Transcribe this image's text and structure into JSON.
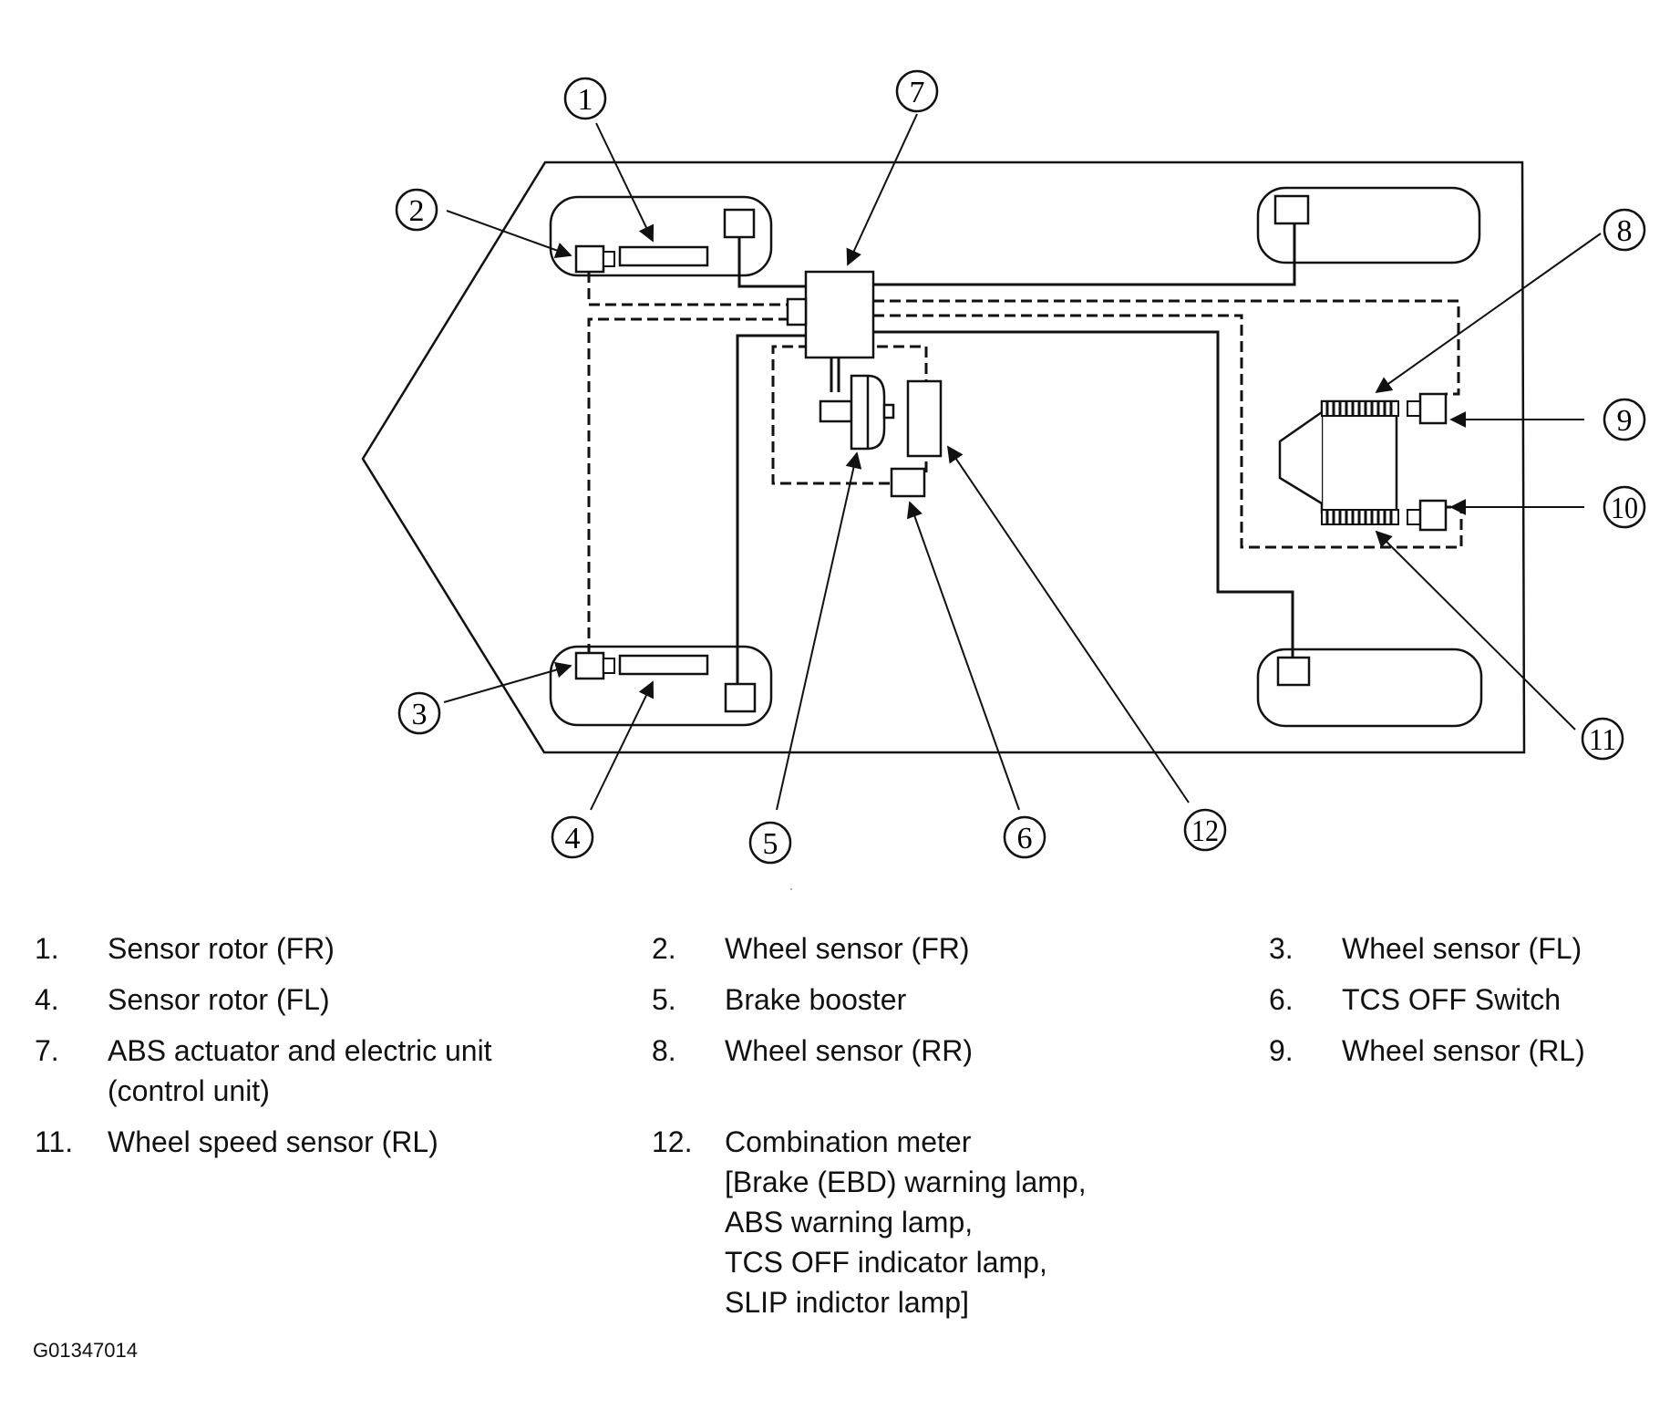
{
  "callouts": [
    "1",
    "2",
    "3",
    "4",
    "5",
    "6",
    "7",
    "8",
    "9",
    "10",
    "11",
    "12"
  ],
  "legend": [
    {
      "num": "1.",
      "lines": [
        "Sensor rotor (FR)"
      ]
    },
    {
      "num": "2.",
      "lines": [
        "Wheel sensor (FR)"
      ]
    },
    {
      "num": "3.",
      "lines": [
        "Wheel sensor (FL)"
      ]
    },
    {
      "num": "4.",
      "lines": [
        "Sensor rotor (FL)"
      ]
    },
    {
      "num": "5.",
      "lines": [
        "Brake booster"
      ]
    },
    {
      "num": "6.",
      "lines": [
        "TCS OFF Switch"
      ]
    },
    {
      "num": "7.",
      "lines": [
        "ABS actuator and electric unit",
        "(control unit)"
      ]
    },
    {
      "num": "8.",
      "lines": [
        "Wheel sensor (RR)"
      ]
    },
    {
      "num": "9.",
      "lines": [
        "Wheel sensor (RL)"
      ]
    },
    {
      "num": "11.",
      "lines": [
        "Wheel speed sensor (RL)"
      ]
    },
    {
      "num": "12.",
      "lines": [
        "Combination meter",
        "[Brake (EBD) warning lamp,",
        "ABS warning lamp,",
        "TCS OFF indicator lamp,",
        "SLIP indictor lamp]"
      ]
    }
  ],
  "figure_id": "G01347014"
}
